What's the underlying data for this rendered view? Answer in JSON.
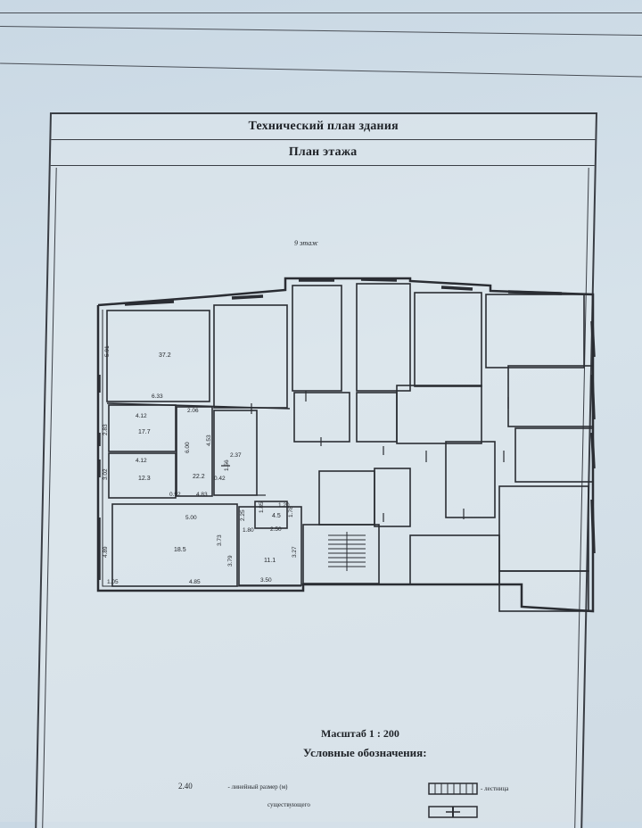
{
  "header": {
    "title": "Технический план здания",
    "subtitle": "План этажа"
  },
  "floor": {
    "label": "9 этаж"
  },
  "dimensions": {
    "d1": "6.33",
    "d2": "5.91",
    "d3": "4.12",
    "d4": "4.12",
    "d5": "2.06",
    "d6": "6.00",
    "d7": "4.53",
    "d8": "2.37",
    "d9": "0.42",
    "d10": "1.56",
    "d11": "4.83",
    "d12": "0.92",
    "d13": "5.00",
    "d14": "3.73",
    "d15": "2.25",
    "d16": "1.85",
    "d17": "2.50",
    "d18": "4.89",
    "d19": "3.79",
    "d20": "3.27",
    "d21": "1.05",
    "d22": "4.85",
    "d23": "3.50",
    "d24": "1.80",
    "d25": "2.83",
    "d26": "3.02",
    "d27": "1.20",
    "d28": "1.78"
  },
  "rooms": {
    "r1": "37.2",
    "r2": "17.7",
    "r3": "12.3",
    "r4": "22.2",
    "r5": "18.5",
    "r6": "11.1",
    "r7": "4.5"
  },
  "scale": "Масштаб 1 : 200",
  "legend": {
    "title": "Условные обозначения:",
    "linear_value": "2.40",
    "linear_desc": "- линейный размер (м)",
    "stairs_desc": "- лестница",
    "existing_desc": "существующего"
  }
}
